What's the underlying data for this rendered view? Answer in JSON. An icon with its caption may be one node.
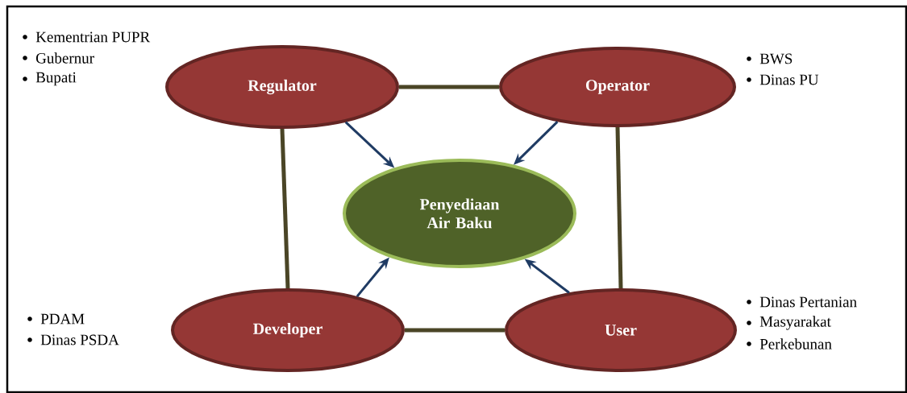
{
  "diagram": {
    "nodes": [
      {
        "text": [
          "Regulator"
        ],
        "beside": [
          "Kementrian PUPR",
          "Gubernur",
          "Bupati"
        ]
      },
      {
        "text": [
          "Operator"
        ],
        "beside": [
          "BWS",
          "Dinas PU"
        ]
      },
      {
        "text": [
          "Penyediaan Air Baku"
        ]
      },
      {
        "text": [
          "Developer"
        ],
        "beside": [
          "PDAM",
          "Dinas PSDA"
        ]
      },
      {
        "text": [
          "User"
        ],
        "beside": [
          "Dinas Pertanian",
          "Masyarakat",
          "Perkebunan"
        ]
      }
    ],
    "edges": [
      {
        "from": 0,
        "to": 1,
        "arrow": "none"
      },
      {
        "from": 0,
        "to": 3,
        "arrow": "none"
      },
      {
        "from": 1,
        "to": 4,
        "arrow": "none"
      },
      {
        "from": 3,
        "to": 4,
        "arrow": "none"
      },
      {
        "from": 0,
        "to": 2,
        "arrow": "to",
        "color": "#1f3b63"
      },
      {
        "from": 1,
        "to": 2,
        "arrow": "to",
        "color": "#1f3b63"
      },
      {
        "from": 3,
        "to": 2,
        "arrow": "to",
        "color": "#1f3b63"
      },
      {
        "from": 4,
        "to": 2,
        "arrow": "to",
        "color": "#1f3b63"
      }
    ]
  }
}
